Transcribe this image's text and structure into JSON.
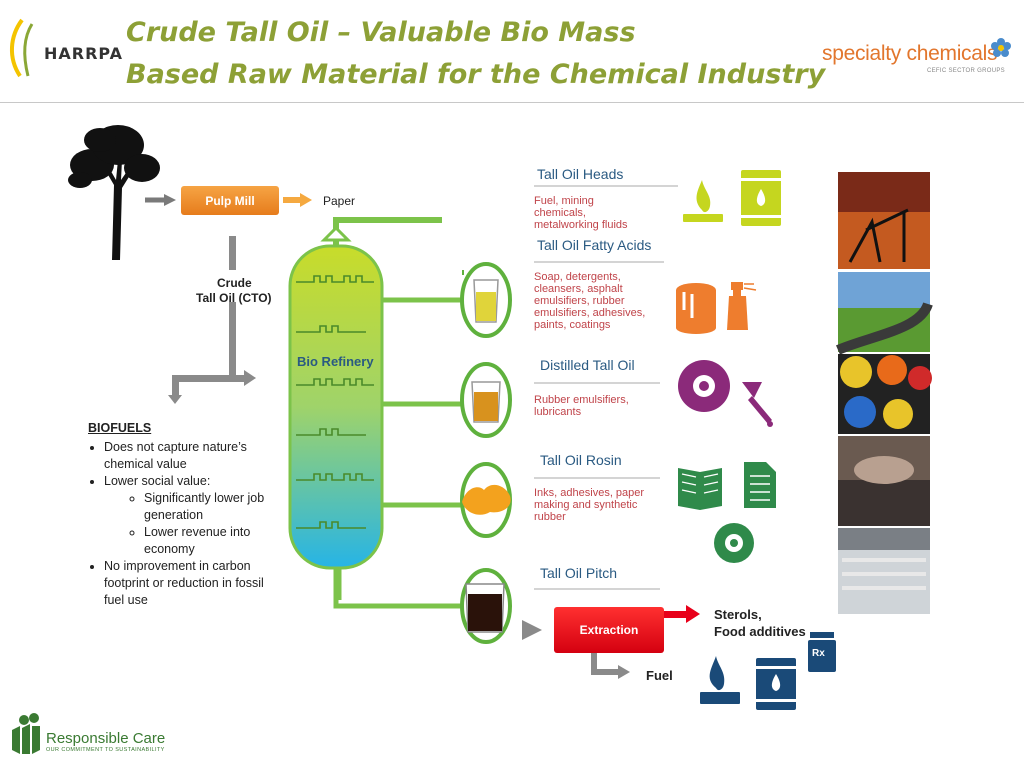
{
  "header": {
    "logo_text": "HARRPA",
    "title_line1": "Crude Tall Oil – Valuable Bio Mass",
    "title_line2": "Based Raw Material  for the Chemical Industry",
    "partner_logo": "specialty chemicals",
    "partner_sub": "CEFIC SECTOR GROUPS"
  },
  "flow": {
    "pulp_mill": "Pulp Mill",
    "paper": "Paper",
    "crude_line1": "Crude",
    "crude_line2": "Tall Oil (CTO)",
    "bio_refinery": "Bio Refinery",
    "extraction": "Extraction",
    "sterols_line1": "Sterols,",
    "sterols_line2": "Food additives",
    "fuel": "Fuel",
    "rx": "Rx"
  },
  "biofuels": {
    "heading": "BIOFUELS",
    "items": [
      "Does not capture nature’s chemical value",
      "Lower social value:",
      "No improvement in carbon footprint or reduction in fossil fuel use"
    ],
    "sub_items": [
      "Significantly lower job generation",
      "Lower revenue into economy"
    ]
  },
  "products": [
    {
      "name": "Tall Oil Heads",
      "uses": [
        "Fuel, mining",
        "chemicals,",
        "metalworking fluids"
      ]
    },
    {
      "name": "Tall Oil Fatty Acids",
      "uses": [
        "Soap, detergents,",
        "cleansers, asphalt",
        "emulsifiers, rubber",
        "emulsifiers, adhesives,",
        "paints, coatings"
      ]
    },
    {
      "name": "Distilled Tall Oil",
      "uses": [
        "Rubber emulsifiers,",
        "lubricants"
      ]
    },
    {
      "name": "Tall Oil Rosin",
      "uses": [
        "Inks, adhesives, paper",
        "making and synthetic",
        "rubber"
      ]
    },
    {
      "name": "Tall Oil Pitch",
      "uses": []
    }
  ],
  "footer": {
    "rc_text": "Responsible Care",
    "rc_sub": "OUR COMMITMENT TO SUSTAINABILITY"
  },
  "colors": {
    "title_green": "#8da036",
    "pipe_green": "#7cc34a",
    "pulp_orange": "#ee8a2c",
    "extraction_red": "#e8001a",
    "product_blue": "#2a5a82",
    "use_red": "#c0444a",
    "icon_lime": "#c5d61f",
    "icon_orange": "#ee7d2e",
    "icon_purple": "#8b2a7a",
    "icon_green": "#2f8a4a",
    "icon_navy": "#1a4a78"
  },
  "icons": [
    "tree-icon",
    "flame-icon",
    "barrel-icon",
    "paint-can-icon",
    "spray-bottle-icon",
    "tire-icon",
    "oil-funnel-icon",
    "book-icon",
    "document-icon",
    "gear-wheel-icon",
    "beaker-icon",
    "rosin-icon",
    "harrpa-logo",
    "specialty-chemicals-logo",
    "responsible-care-logo"
  ]
}
